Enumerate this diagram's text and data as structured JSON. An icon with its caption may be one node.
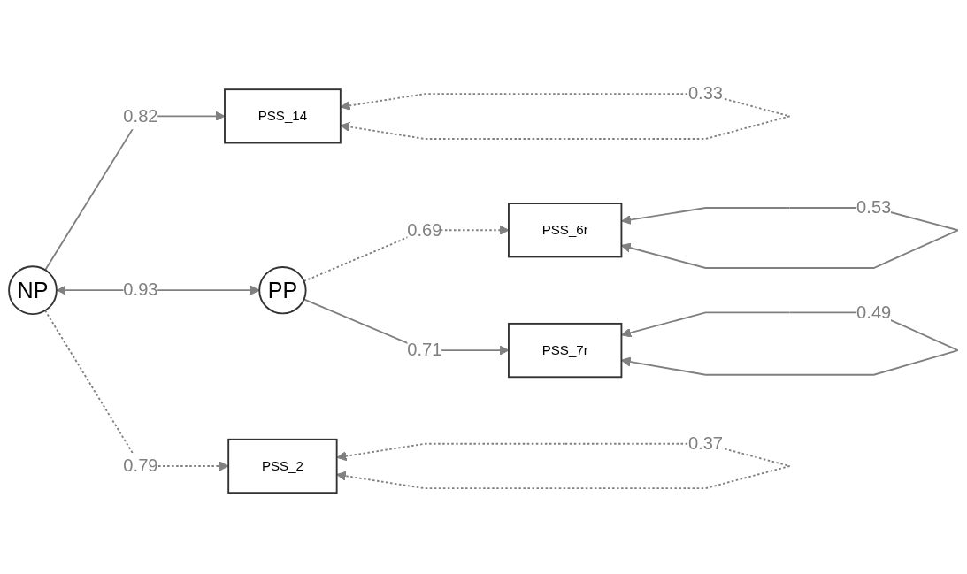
{
  "diagram": {
    "nodes": [
      {
        "text": [
          "PSS_14"
        ]
      },
      {
        "text": [
          "PSS_6r"
        ]
      },
      {
        "text": [
          "NP"
        ]
      },
      {
        "text": [
          "PP"
        ]
      },
      {
        "text": [
          "PSS_2"
        ]
      },
      {
        "text": [
          "PSS_7r"
        ]
      }
    ],
    "edges": [
      {
        "from": 0,
        "to": 0,
        "arrow": "both",
        "label": "0.33",
        "style": "dashed"
      },
      {
        "from": 1,
        "to": 1,
        "arrow": "both",
        "label": "0.53"
      },
      {
        "from": 2,
        "to": 0,
        "arrow": "to",
        "label": "0.82"
      },
      {
        "from": 3,
        "to": 1,
        "arrow": "to",
        "label": "0.69",
        "style": "dashed"
      },
      {
        "from": 2,
        "to": 3,
        "arrow": "both",
        "label": "0.93"
      },
      {
        "from": 2,
        "to": 4,
        "arrow": "to",
        "label": "0.79",
        "style": "dashed"
      },
      {
        "from": 3,
        "to": 5,
        "arrow": "to",
        "label": "0.71"
      },
      {
        "from": 4,
        "to": 4,
        "arrow": "both",
        "label": "0.37",
        "style": "dashed"
      },
      {
        "from": 5,
        "to": 5,
        "arrow": "both",
        "label": "0.49"
      }
    ]
  }
}
